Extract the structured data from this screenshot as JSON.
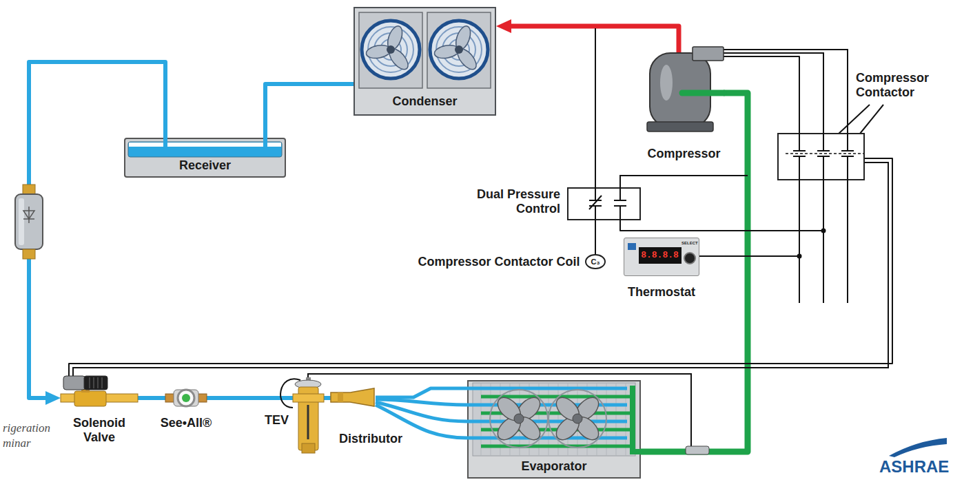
{
  "diagram": {
    "nodes": [
      {
        "text": [
          "Condenser"
        ]
      },
      {
        "text": [
          "Compressor"
        ]
      },
      {
        "text": [
          "Compressor Contactor"
        ]
      },
      {
        "text": [
          "Receiver"
        ]
      },
      {
        "text": [
          "Dual Pressure Control"
        ]
      },
      {
        "text": [
          "Compressor Contactor Coil",
          "C₃"
        ]
      },
      {
        "text": [
          "8.8.8.8",
          "SELECT",
          "Thermostat"
        ]
      },
      {
        "text": [
          "Solenoid Valve"
        ]
      },
      {
        "text": [
          "See•All®"
        ]
      },
      {
        "text": [
          "TEV"
        ]
      },
      {
        "text": [
          "Distributor"
        ]
      },
      {
        "text": [
          "Evaporator"
        ]
      }
    ],
    "edges": [
      {
        "from": 1,
        "to": 0,
        "arrow": "to"
      },
      {
        "from": 0,
        "to": 3,
        "arrow": "none"
      },
      {
        "from": 3,
        "to": 7,
        "arrow": "to"
      },
      {
        "from": 7,
        "to": 8,
        "arrow": "none"
      },
      {
        "from": 8,
        "to": 9,
        "arrow": "none"
      },
      {
        "from": 9,
        "to": 10,
        "arrow": "none"
      },
      {
        "from": 10,
        "to": 11,
        "arrow": "none"
      },
      {
        "from": 11,
        "to": 1,
        "arrow": "none"
      },
      {
        "from": 1,
        "to": 2,
        "arrow": "none"
      },
      {
        "from": 4,
        "to": 5,
        "arrow": "none"
      },
      {
        "from": 4,
        "to": 2,
        "arrow": "none"
      },
      {
        "from": 6,
        "to": 2,
        "arrow": "none"
      },
      {
        "from": 7,
        "to": 2,
        "arrow": "none"
      }
    ],
    "labels": [
      "rigeration",
      "minar",
      "ASHRAE"
    ]
  }
}
